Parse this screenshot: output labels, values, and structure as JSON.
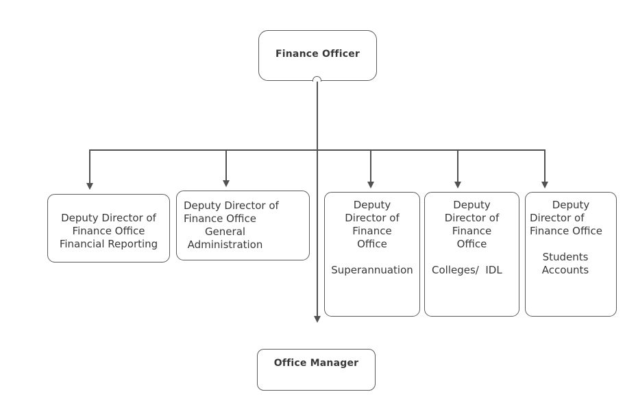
{
  "nodes": {
    "finance_officer": {
      "label": "Finance Officer"
    },
    "deputy_financial_reporting": {
      "line1": "Deputy Director of",
      "line2": "Finance Office",
      "line3": "Financial Reporting"
    },
    "deputy_general_administration": {
      "line1": "Deputy Director of",
      "line2": "Finance Office",
      "line3": "General",
      "line4": "Administration"
    },
    "deputy_superannuation": {
      "line1": "Deputy",
      "line2": "Director of",
      "line3": "Finance",
      "line4": "Office",
      "line5": "Superannuation"
    },
    "deputy_colleges_idl": {
      "line1": "Deputy",
      "line2": "Director of",
      "line3": "Finance",
      "line4": "Office",
      "line5": "Colleges/  IDL"
    },
    "deputy_students_accounts": {
      "line1": "Deputy",
      "line2": "Director of",
      "line3": "Finance Office",
      "line4": "Students",
      "line5": "Accounts"
    },
    "office_manager": {
      "label": "Office Manager"
    }
  },
  "colors": {
    "line": "#515151",
    "border": "#5a5a5a",
    "text": "#383838",
    "background": "#ffffff"
  }
}
